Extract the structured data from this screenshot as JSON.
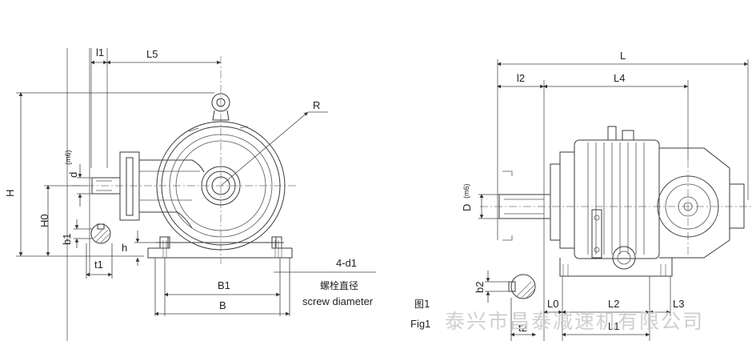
{
  "left_view": {
    "labels": {
      "l1": "l1",
      "L5": "L5",
      "R": "R",
      "H": "H",
      "H0": "H0",
      "d": "d",
      "d_fit": "(m6)",
      "b1": "b1",
      "t1": "t1",
      "h": "h",
      "B1": "B1",
      "B": "B",
      "bolt_count_dia": "4-d1",
      "bolt_note_cn": "螺栓直径",
      "bolt_note_en": "screw diameter"
    }
  },
  "right_view": {
    "labels": {
      "L": "L",
      "l2": "l2",
      "L4": "L4",
      "D": "D",
      "D_fit": "(m6)",
      "b2": "b2",
      "t2": "t2",
      "L0": "L0",
      "L2": "L2",
      "L3": "L3",
      "L1": "L1"
    }
  },
  "caption": {
    "fig_cn": "图1",
    "fig_en": "Fig1"
  },
  "watermark": "泰兴市昌泰减速机有限公司"
}
